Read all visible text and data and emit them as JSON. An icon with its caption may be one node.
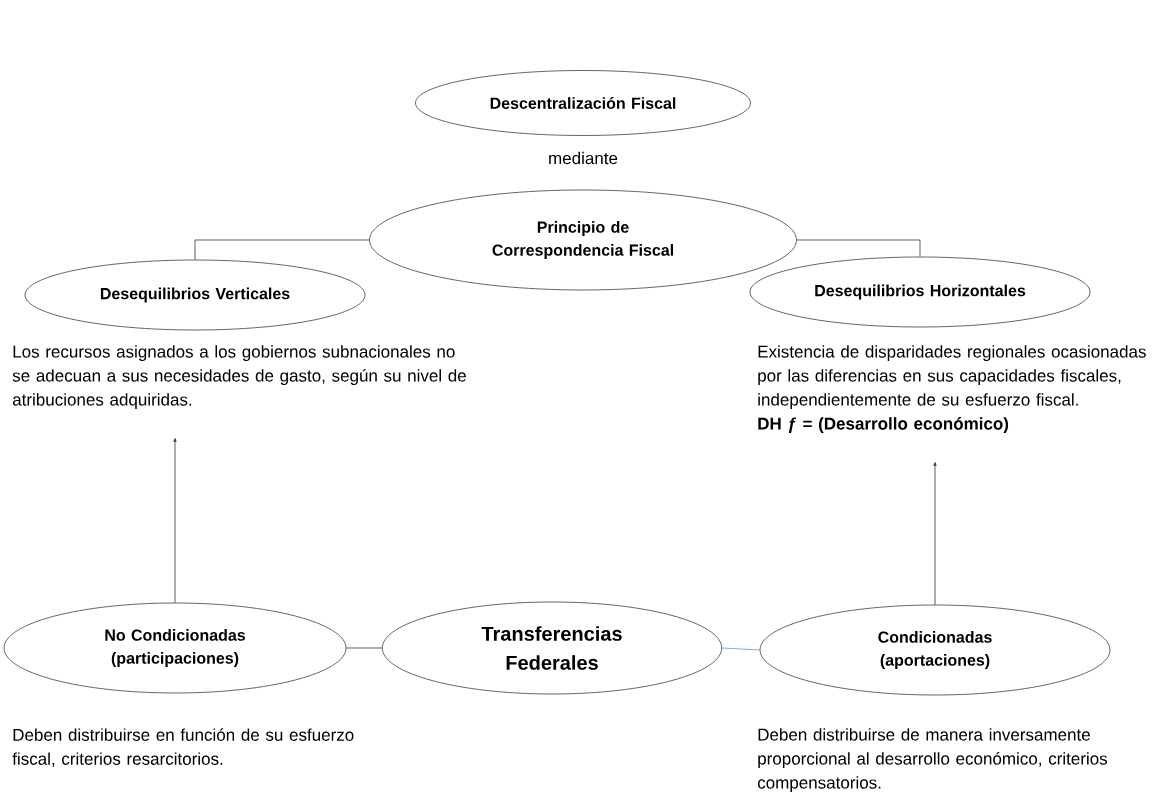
{
  "diagram": {
    "nodes": [
      {
        "text": [
          "Descentralización Fiscal"
        ]
      },
      {
        "text": [
          "Principio de Correspondencia Fiscal"
        ]
      },
      {
        "text": [
          "Desequilibrios Verticales"
        ]
      },
      {
        "text": [
          "Desequilibrios Horizontales"
        ]
      },
      {
        "text": [
          "Los recursos asignados a los gobiernos subnacionales no se adecuan a sus necesidades de gasto, según su nivel de atribuciones adquiridas."
        ]
      },
      {
        "text": [
          "Existencia de disparidades regionales ocasionadas por las diferencias en sus capacidades fiscales, independientemente de su esfuerzo fiscal.",
          "DH ƒ = (Desarrollo económico)"
        ]
      },
      {
        "text": [
          "No Condicionadas",
          "(participaciones)"
        ],
        "beside": [
          "Deben distribuirse en función de su esfuerzo fiscal, criterios resarcitorios."
        ]
      },
      {
        "text": [
          "Transferencias Federales"
        ]
      },
      {
        "text": [
          "Condicionadas",
          "(aportaciones)"
        ],
        "beside": [
          "Deben distribuirse de manera inversamente proporcional al desarrollo económico, criterios compensatorios."
        ]
      }
    ],
    "edges": [
      {
        "from": 1,
        "to": 2,
        "arrow": "none"
      },
      {
        "from": 1,
        "to": 3,
        "arrow": "none"
      },
      {
        "from": 6,
        "to": 4,
        "arrow": "to"
      },
      {
        "from": 8,
        "to": 5,
        "arrow": "to"
      },
      {
        "from": 7,
        "to": 6,
        "arrow": "none"
      },
      {
        "from": 7,
        "to": 8,
        "arrow": "none",
        "color": "#5b9bd5"
      }
    ],
    "labels": [
      "mediante"
    ]
  }
}
